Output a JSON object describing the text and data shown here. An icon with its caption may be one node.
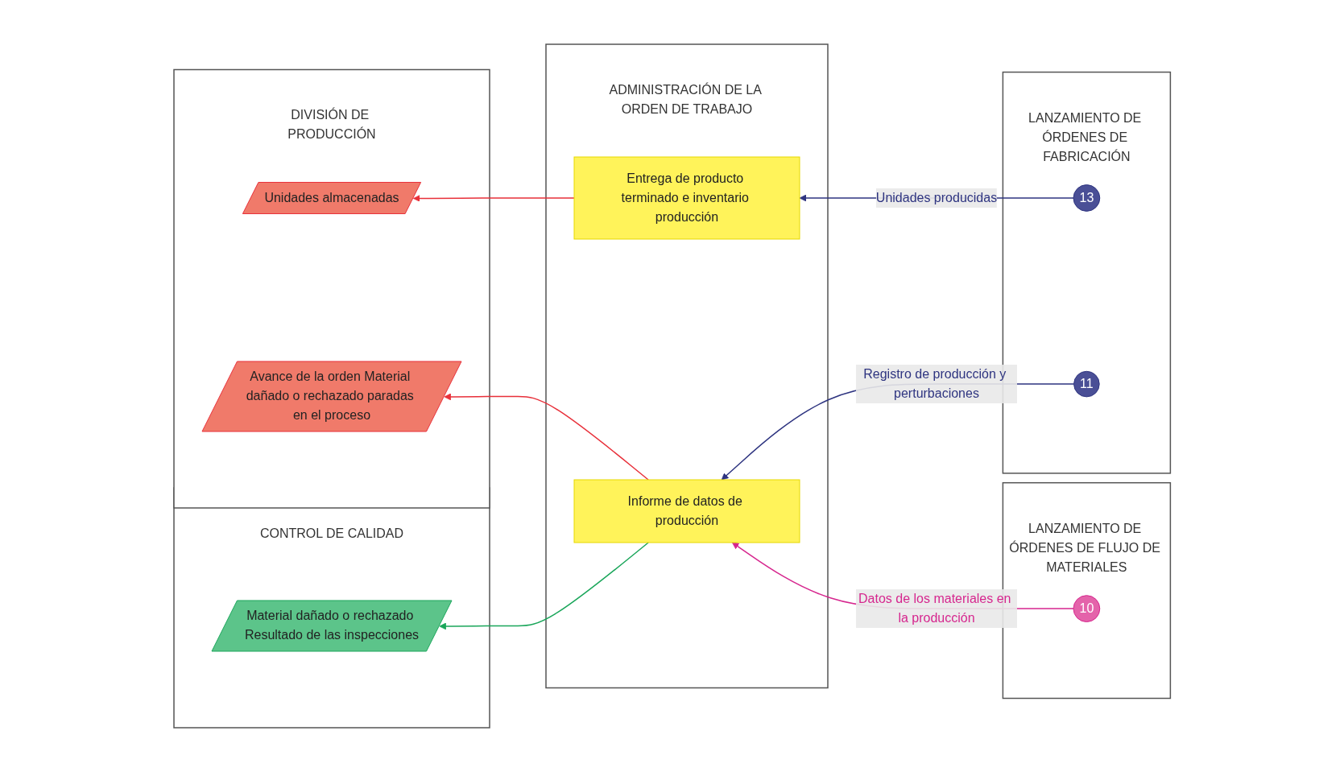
{
  "diagram": {
    "nodes": [
      {
        "text": [
          "CONTROL DE CALIDAD"
        ]
      },
      {
        "text": [
          "DIVISIÓN DE PRODUCCIÓN"
        ]
      },
      {
        "text": [
          "ADMINISTRACIÓN DE LA ORDEN DE TRABAJO"
        ]
      },
      {
        "text": [
          "LANZAMIENTO DE ÓRDENES DE FABRICACIÓN"
        ]
      },
      {
        "text": [
          "LANZAMIENTO DE ÓRDENES DE FLUJO DE MATERIALES"
        ]
      },
      {
        "text": [
          "Unidades almacenadas"
        ],
        "in": 1
      },
      {
        "text": [
          "Entrega de producto terminado e inventario producción"
        ],
        "in": 2
      },
      {
        "text": [
          "13"
        ],
        "in": 3
      },
      {
        "text": [
          "Avance de la orden Material dañado o rechazado paradas en el proceso"
        ],
        "in": 1
      },
      {
        "text": [
          "Informe de datos de producción"
        ],
        "in": 2
      },
      {
        "text": [
          "11"
        ],
        "in": 3
      },
      {
        "text": [
          "Material dañado o rechazado Resultado de las inspecciones"
        ],
        "in": 0
      },
      {
        "text": [
          "10"
        ],
        "in": 4
      }
    ],
    "edges": [
      {
        "from": 7,
        "to": 6,
        "arrow": "to",
        "label": "Unidades producidas",
        "color": "#2e3480"
      },
      {
        "from": 6,
        "to": 5,
        "arrow": "to",
        "color": "#e8303a"
      },
      {
        "from": 10,
        "to": 9,
        "arrow": "to",
        "label": "Registro de producción y perturbaciones",
        "color": "#2e3480"
      },
      {
        "from": 12,
        "to": 9,
        "arrow": "to",
        "label": "Datos de los materiales en la producción",
        "color": "#d6268e"
      },
      {
        "from": 9,
        "to": 8,
        "arrow": "to",
        "color": "#e8303a"
      },
      {
        "from": 9,
        "to": 11,
        "arrow": "to",
        "color": "#1aa65a"
      }
    ]
  }
}
